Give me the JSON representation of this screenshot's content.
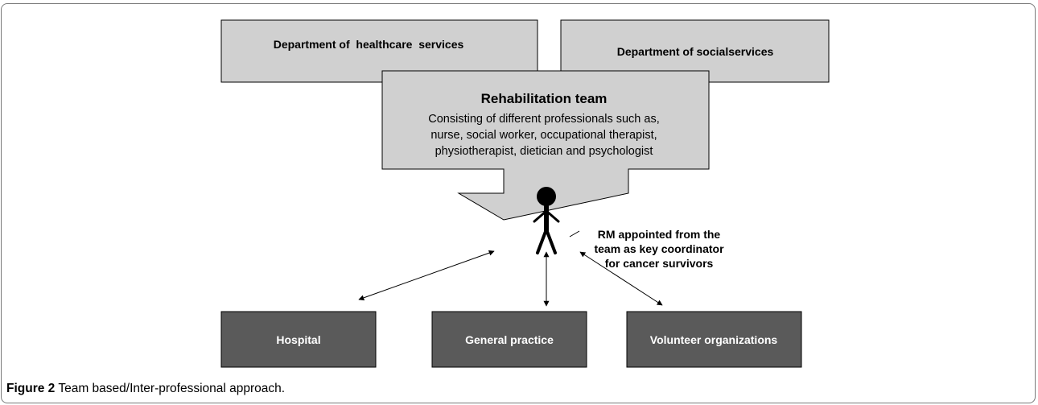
{
  "departments": {
    "healthcare": "Department of  healthcare  services",
    "social": "Department of socialservices"
  },
  "team": {
    "title": "Rehabilitation team",
    "description": [
      "Consisting of different professionals such as,",
      "nurse, social worker, occupational therapist,",
      "physiotherapist, dietician and psychologist"
    ]
  },
  "rm_note": [
    "RM appointed from the",
    "team as key coordinator",
    "for cancer survivors"
  ],
  "destinations": {
    "hospital": "Hospital",
    "general_practice": "General practice",
    "volunteer": "Volunteer organizations"
  },
  "caption": {
    "label": "Figure 2",
    "text": " Team based/Inter-professional approach."
  },
  "colors": {
    "light_box": "#d0d0d0",
    "dark_box": "#5a5a5a",
    "border": "#000000"
  }
}
